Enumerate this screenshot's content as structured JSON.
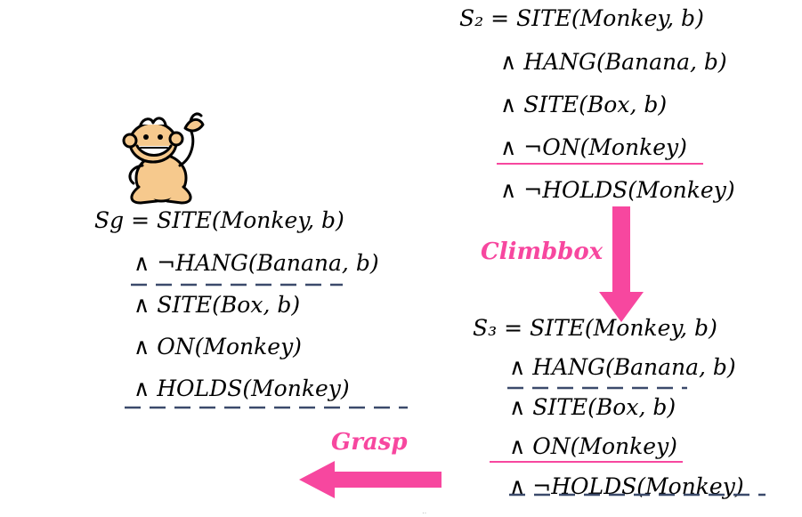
{
  "state_s2": {
    "lines": [
      "S₂ = SITE(Monkey, b)",
      "∧ HANG(Banana, b)",
      "∧ SITE(Box, b)",
      "∧ ¬ON(Monkey)",
      "∧ ¬HOLDS(Monkey)"
    ]
  },
  "state_s3": {
    "lines": [
      "S₃ = SITE(Monkey, b)",
      "∧ HANG(Banana, b)",
      "∧ SITE(Box, b)",
      "∧ ON(Monkey)",
      "∧ ¬HOLDS(Monkey)"
    ]
  },
  "goal_sg": {
    "lines": [
      "Sg = SITE(Monkey, b)",
      "∧ ¬HANG(Banana, b)",
      "∧ SITE(Box, b)",
      "∧ ON(Monkey)",
      "∧ HOLDS(Monkey)"
    ]
  },
  "actions": {
    "climbbox": "Climbbox",
    "grasp": "Grasp"
  },
  "colors": {
    "action": "#f7479f",
    "solid_underline": "#f7479f",
    "dashed_underline": "#3b4a6b"
  },
  "icons": {
    "monkey": "monkey-clipart-icon"
  }
}
